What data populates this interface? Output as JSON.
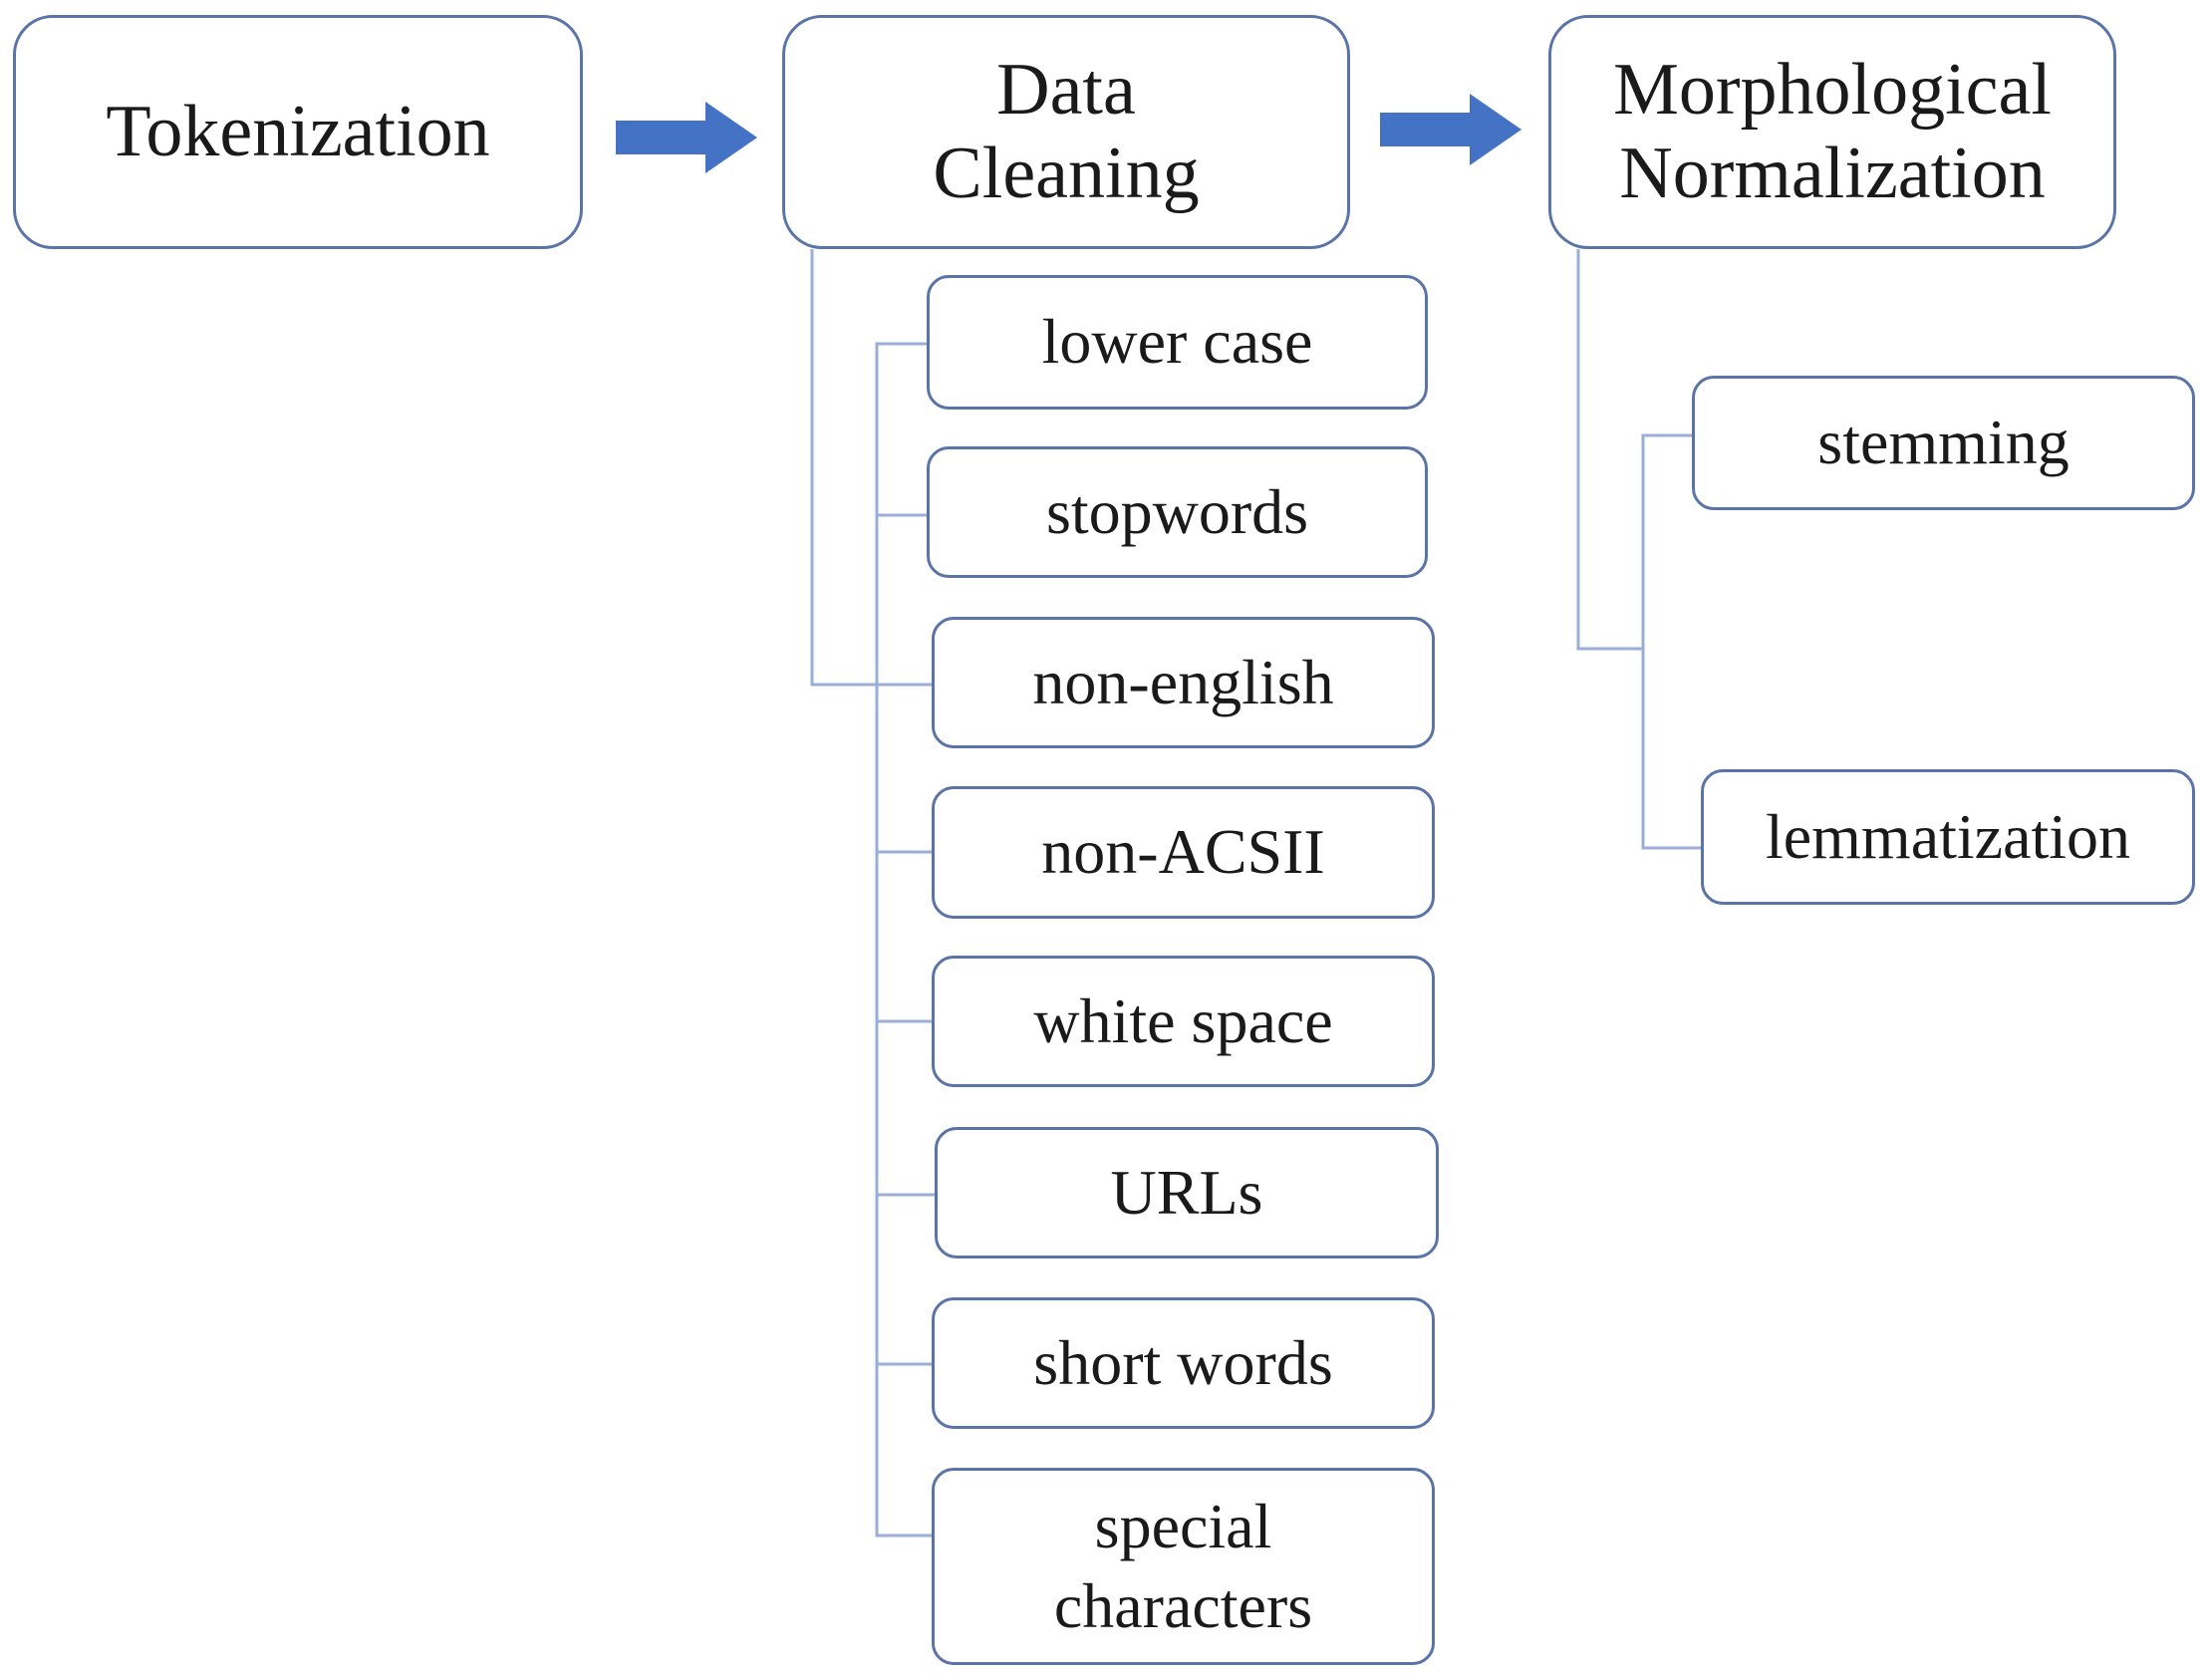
{
  "diagram": {
    "colors": {
      "box_border": "#5b74a8",
      "connector_line": "#9aaed6",
      "flow_arrow": "#4472c4",
      "text": "#1a1a1a",
      "background": "#ffffff"
    },
    "stages": [
      {
        "id": "tokenization",
        "label": "Tokenization"
      },
      {
        "id": "data-cleaning",
        "label": "Data\nCleaning"
      },
      {
        "id": "morphological-normalization",
        "label": "Morphological\nNormalization"
      }
    ],
    "data_cleaning_steps": [
      {
        "label": "lower case"
      },
      {
        "label": "stopwords"
      },
      {
        "label": "non-english"
      },
      {
        "label": "non-ACSII"
      },
      {
        "label": "white space"
      },
      {
        "label": "URLs"
      },
      {
        "label": "short words"
      },
      {
        "label": "special\ncharacters"
      }
    ],
    "normalization_steps": [
      {
        "label": "stemming"
      },
      {
        "label": "lemmatization"
      }
    ]
  }
}
